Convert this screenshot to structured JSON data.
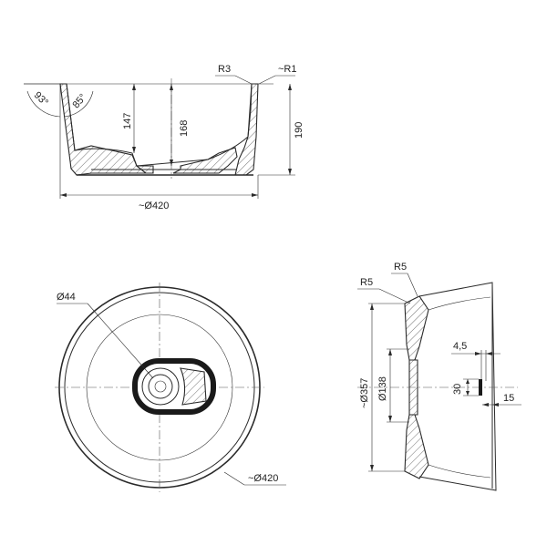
{
  "side_view": {
    "angle_outer": "93°",
    "angle_inner": "85°",
    "radius_top": "R3",
    "radius_lip": "~R1",
    "depth_inner": "147",
    "depth_center": "168",
    "height_total": "190",
    "diameter_total": "~Ø420"
  },
  "top_view": {
    "drain_diameter": "Ø44",
    "outer_diameter": "~Ø420"
  },
  "section_view": {
    "radius_outer": "R5",
    "radius_inner": "R5",
    "diameter_inner": "~Ø357",
    "diameter_drain_zone": "Ø138",
    "dim_small_gap": "4,5",
    "dim_slot_height": "30",
    "dim_slot_width": "15"
  }
}
